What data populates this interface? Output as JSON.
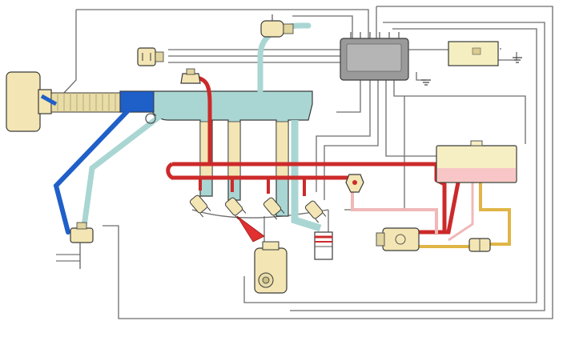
{
  "diagram": {
    "title": "",
    "colors": {
      "background": "#ffffff",
      "wiring": "#6e6e6e",
      "air_intake": "#a9d6d3",
      "cold_start_air": "#1f5fc8",
      "fuel_supply": "#cc2a2a",
      "fuel_return": "#f0b8b8",
      "overflow_line": "#e0b545",
      "air_filter": "#f3e6b4",
      "fuel_tank": "#f7efc4",
      "fuel_tank_level": "#f8c6c6",
      "control_unit": "#9a9a9a",
      "relay": "#f5eec0",
      "injector_marker": "#e03030"
    },
    "components": [
      {
        "id": "air-filter",
        "icon": "air-filter-icon"
      },
      {
        "id": "air-intake-duct",
        "icon": "duct-icon"
      },
      {
        "id": "intake-manifold",
        "icon": "manifold-icon"
      },
      {
        "id": "electronic-control-unit",
        "icon": "ecu-icon"
      },
      {
        "id": "relay",
        "icon": "relay-icon"
      },
      {
        "id": "fuel-tank",
        "icon": "fuel-tank-icon"
      },
      {
        "id": "fuel-pump",
        "icon": "pump-icon"
      },
      {
        "id": "fuel-filter",
        "icon": "filter-icon"
      },
      {
        "id": "pressure-regulator",
        "icon": "regulator-icon"
      },
      {
        "id": "distributor",
        "icon": "distributor-icon"
      },
      {
        "id": "throttle-switch",
        "icon": "switch-icon"
      },
      {
        "id": "auxiliary-air-valve",
        "icon": "valve-icon"
      },
      {
        "id": "temperature-sensor",
        "icon": "sensor-icon"
      },
      {
        "id": "injectors",
        "icon": "injector-icon",
        "count": 4
      },
      {
        "id": "cold-start-valve",
        "icon": "valve-icon"
      }
    ]
  }
}
